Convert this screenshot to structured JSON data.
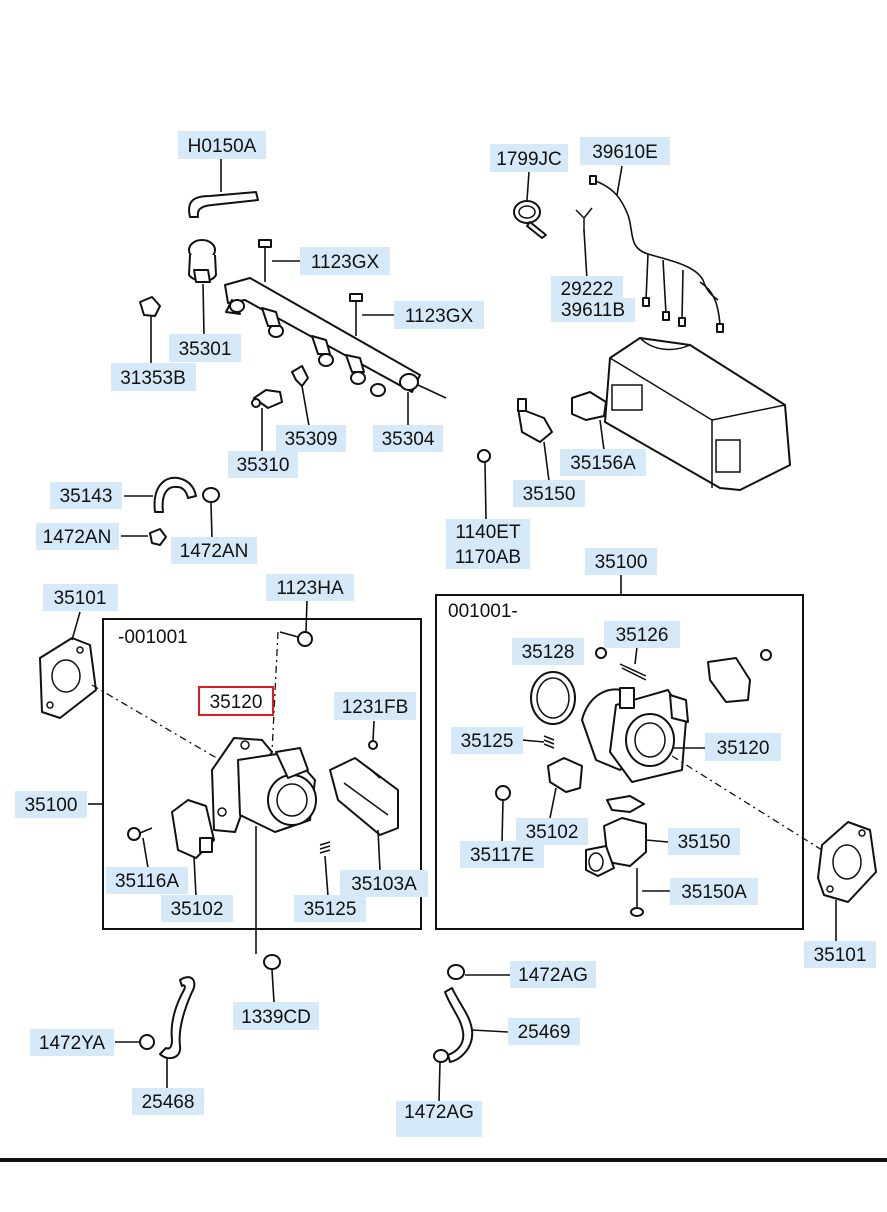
{
  "groups": {
    "left_range": "-001001",
    "right_range": "001001-"
  },
  "labels": {
    "h0150a": "H0150A",
    "p1799jc": "1799JC",
    "p39610e": "39610E",
    "p1123gx_a": "1123GX",
    "p1123gx_b": "1123GX",
    "p29222": "29222",
    "p39611b": "39611B",
    "p35301": "35301",
    "p31353b": "31353B",
    "p35309": "35309",
    "p35304": "35304",
    "p35310": "35310",
    "p35156a": "35156A",
    "p35150_top": "35150",
    "p35143": "35143",
    "p1472an_a": "1472AN",
    "p1472an_b": "1472AN",
    "p1140et": "1140ET",
    "p1170ab": "1170AB",
    "p35100_top": "35100",
    "p35101_left": "35101",
    "p1123ha": "1123HA",
    "p35120_left": "35120",
    "p1231fb": "1231FB",
    "p35128": "35128",
    "p35126": "35126",
    "p35125_right": "35125",
    "p35120_right": "35120",
    "p35100_left": "35100",
    "p35102_right": "35102",
    "p35117e": "35117E",
    "p35150_right": "35150",
    "p35116a": "35116A",
    "p35103a": "35103A",
    "p35102_left": "35102",
    "p35125_left": "35125",
    "p35150a": "35150A",
    "p35101_right": "35101",
    "p1472ag_a": "1472AG",
    "p25469": "25469",
    "p1339cd": "1339CD",
    "p1472ya": "1472YA",
    "p25468": "25468",
    "p1472ag_b": "1472AG"
  },
  "colors": {
    "label_bg": "#d6e9f8",
    "highlight_border": "#e01b24",
    "line": "#111111"
  }
}
